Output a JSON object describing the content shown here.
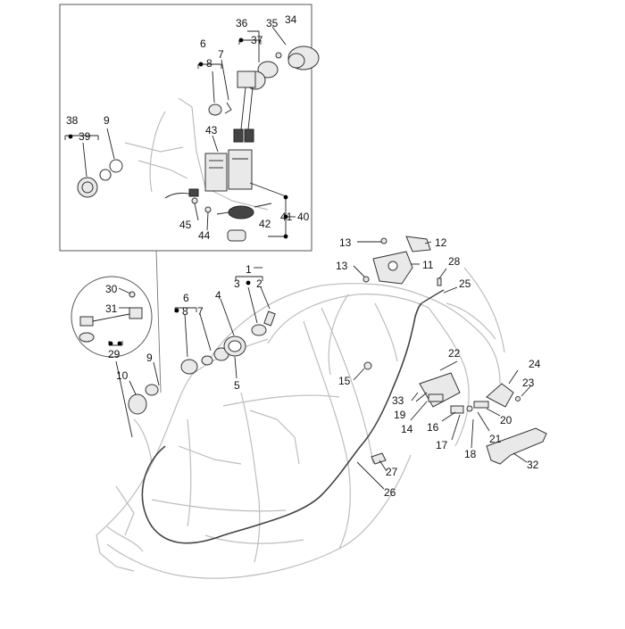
{
  "labels": {
    "l1": "1",
    "l2": "2",
    "l3": "3",
    "l4": "4",
    "l5": "5",
    "l6a": "6",
    "l6b": "6",
    "l7a": "7",
    "l7b": "7",
    "l8a": "8",
    "l8b": "8",
    "l9a": "9",
    "l9b": "9",
    "l10": "10",
    "l11": "11",
    "l12": "12",
    "l13a": "13",
    "l13b": "13",
    "l14": "14",
    "l15": "15",
    "l16": "16",
    "l17": "17",
    "l18": "18",
    "l19": "19",
    "l20": "20",
    "l21": "21",
    "l22": "22",
    "l23": "23",
    "l24": "24",
    "l25": "25",
    "l26": "26",
    "l27": "27",
    "l28": "28",
    "l29": "29",
    "l30": "30",
    "l31": "31",
    "l32": "32",
    "l33": "33",
    "l34": "34",
    "l35": "35",
    "l36": "36",
    "l37": "37",
    "l38": "38",
    "l39": "39",
    "l40": "40",
    "l41": "41",
    "l42": "42",
    "l43": "43",
    "l44": "44",
    "l45": "45"
  },
  "colors": {
    "line": "#333333",
    "frame": "#bdbdbd",
    "inset_border": "#555555",
    "background": "#ffffff"
  }
}
